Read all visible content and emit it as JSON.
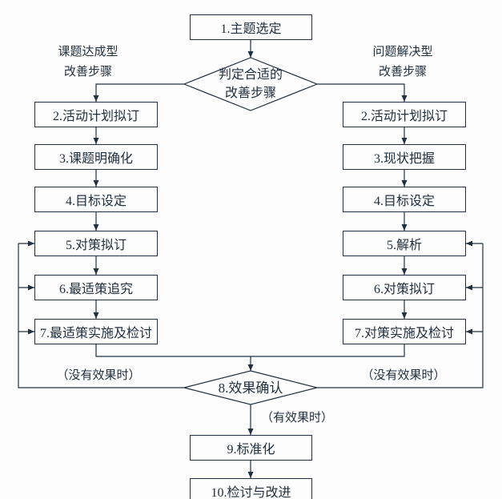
{
  "colors": {
    "line": "#22303f",
    "bg": "#fdfdfd"
  },
  "flowchart": {
    "top": {
      "step1": "1.主题选定",
      "decision": [
        "判定合适的",
        "改善步骤"
      ]
    },
    "left": {
      "header": [
        "课题达成型",
        "改善步骤"
      ],
      "steps": [
        "2.活动计划拟订",
        "3.课题明确化",
        "4.目标设定",
        "5.对策拟订",
        "6.最适策追究",
        "7.最适策实施及检讨"
      ],
      "no_effect": "（没有效果时）"
    },
    "right": {
      "header": [
        "问题解决型",
        "改善步骤"
      ],
      "steps": [
        "2.活动计划拟订",
        "3.现状把握",
        "4.目标设定",
        "5.解析",
        "6.对策拟订",
        "7.对策实施及检讨"
      ],
      "no_effect": "（没有效果时）"
    },
    "bottom": {
      "decision": "8.效果确认",
      "effect": "（有效果时）",
      "step9": "9.标准化",
      "step10": "10.检讨与改进"
    }
  }
}
